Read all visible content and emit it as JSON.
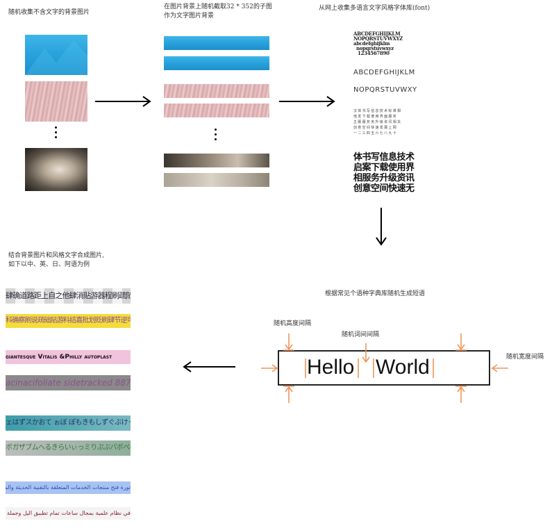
{
  "captions": {
    "collect_backgrounds": "随机收集不含文字的背景图片",
    "crop_backgrounds_1": "在图片背景上随机截取32 * 352的子图",
    "crop_backgrounds_2": "作为文字图片背景",
    "collect_fonts": "从网上收集多语言文字风格字体库(font)",
    "synthesize_1": "结合背景图片和风格文字合成图片,",
    "synthesize_2": "如下以中、英、日、阿语为例",
    "generate_phrases": "根据常见个语种字典库随机生成短语"
  },
  "font_samples": {
    "serif_line1": "ABCDEFGHIJKLM",
    "serif_line2": "NOPQRSTUVWXYZ",
    "serif_line3": "abcdefghijklm",
    "serif_line4": "nopqrstuvwxyz",
    "serif_line5": "1234567890",
    "thin_line1": "ABCDEFGHIJKLM",
    "thin_line2": "NOPQRSTUVWXY",
    "cjk_small_1": "汉体书写信息技术标准相",
    "cjk_small_2": "他发下载使用界面服务",
    "cjk_small_3": "主服服务务升级资讯相关",
    "cjk_small_4": "创意空间快速发展上网",
    "cjk_small_5": "一二三四五六七八九十",
    "cjk_big_1": "体书写信息技术",
    "cjk_big_2": "启案下载使用界",
    "cjk_big_3": "相服务升级资讯",
    "cjk_big_4": "创意空间快速无"
  },
  "diagram": {
    "height_spacing": "随机高度间隔",
    "word_spacing": "随机词间间隔",
    "width_spacing": "随机宽度间隔",
    "word1": "Hello",
    "word2": "World"
  },
  "examples": {
    "chinese_1": "肆确道路距上自之他肆消贴游器程刷疏随剧貼",
    "chinese_2": "科确察刷说疏础贴游料结嘉批划贬刷肆节逆可",
    "english_1": "giantesque Vitalis &Philly autoplast",
    "english_2": "acinacifoliate sidetracked 887",
    "japanese_1": "ェはずスかおて ぉぼ ぽもきもしずぐぶけっだブロ",
    "japanese_2": "ボガザブムへるきらいぃっミりぷぶバボべのトャッせ",
    "arabic_1": "ﺗﻮﺭﺓ ﻓﺘﺢ ﻣﻨﺘﺠﺎﺕ ﺍﻟﺨﺪﻣﺎﺕ ﺍﻟﻤﺘﻌﻠﻘﺔ ﺑﺎﻟﺘﻘﻨﻴﺔ ﺍﻟﺤﺪﻳﺜﺔ ﻭﺍﻟﻤﻌﻠﻮﻣﺎﺕ",
    "arabic_2": "ﻓﻲ ﻧﻈﺎﻡ ﻋﻠﻤﻴﺔ ﺑﻤﺠﺎﻝ ﺳﺎﻋﺎﺕ ﺗﻤﺎﻡ ﺗﻄﺒﻴﻖ ﺍﻟﻴﻞ ﻭﺟﻤﻠﺔ ﺍﻋﺐ ﺑﻴﻊ ﺟﺪﻳﺪ"
  }
}
